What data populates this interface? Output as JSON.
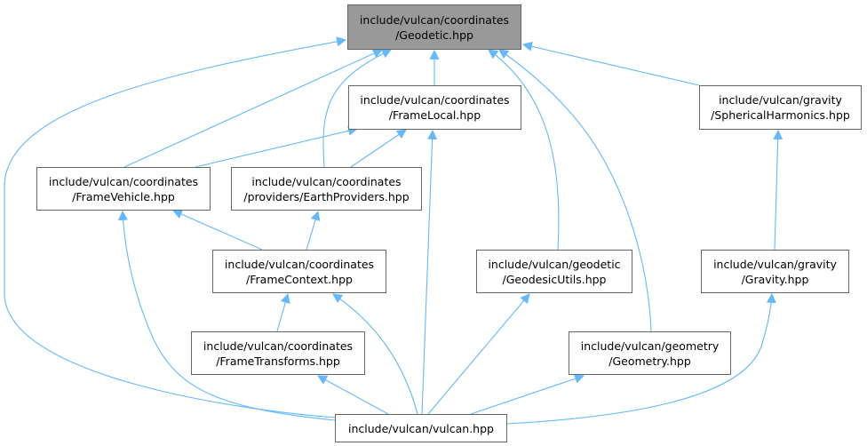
{
  "nodes": {
    "geodetic": {
      "line1": "include/vulcan/coordinates",
      "line2": "/Geodetic.hpp"
    },
    "frame_local": {
      "line1": "include/vulcan/coordinates",
      "line2": "/FrameLocal.hpp"
    },
    "spherical_harmonics": {
      "line1": "include/vulcan/gravity",
      "line2": "/SphericalHarmonics.hpp"
    },
    "frame_vehicle": {
      "line1": "include/vulcan/coordinates",
      "line2": "/FrameVehicle.hpp"
    },
    "earth_providers": {
      "line1": "include/vulcan/coordinates",
      "line2": "/providers/EarthProviders.hpp"
    },
    "frame_context": {
      "line1": "include/vulcan/coordinates",
      "line2": "/FrameContext.hpp"
    },
    "geodesic_utils": {
      "line1": "include/vulcan/geodetic",
      "line2": "/GeodesicUtils.hpp"
    },
    "gravity": {
      "line1": "include/vulcan/gravity",
      "line2": "/Gravity.hpp"
    },
    "frame_transforms": {
      "line1": "include/vulcan/coordinates",
      "line2": "/FrameTransforms.hpp"
    },
    "geometry": {
      "line1": "include/vulcan/geometry",
      "line2": "/Geometry.hpp"
    },
    "vulcan": {
      "line1": "include/vulcan/vulcan.hpp"
    }
  },
  "colors": {
    "edge": "#63b8ff",
    "root_fill": "#999999",
    "border": "#666666"
  }
}
